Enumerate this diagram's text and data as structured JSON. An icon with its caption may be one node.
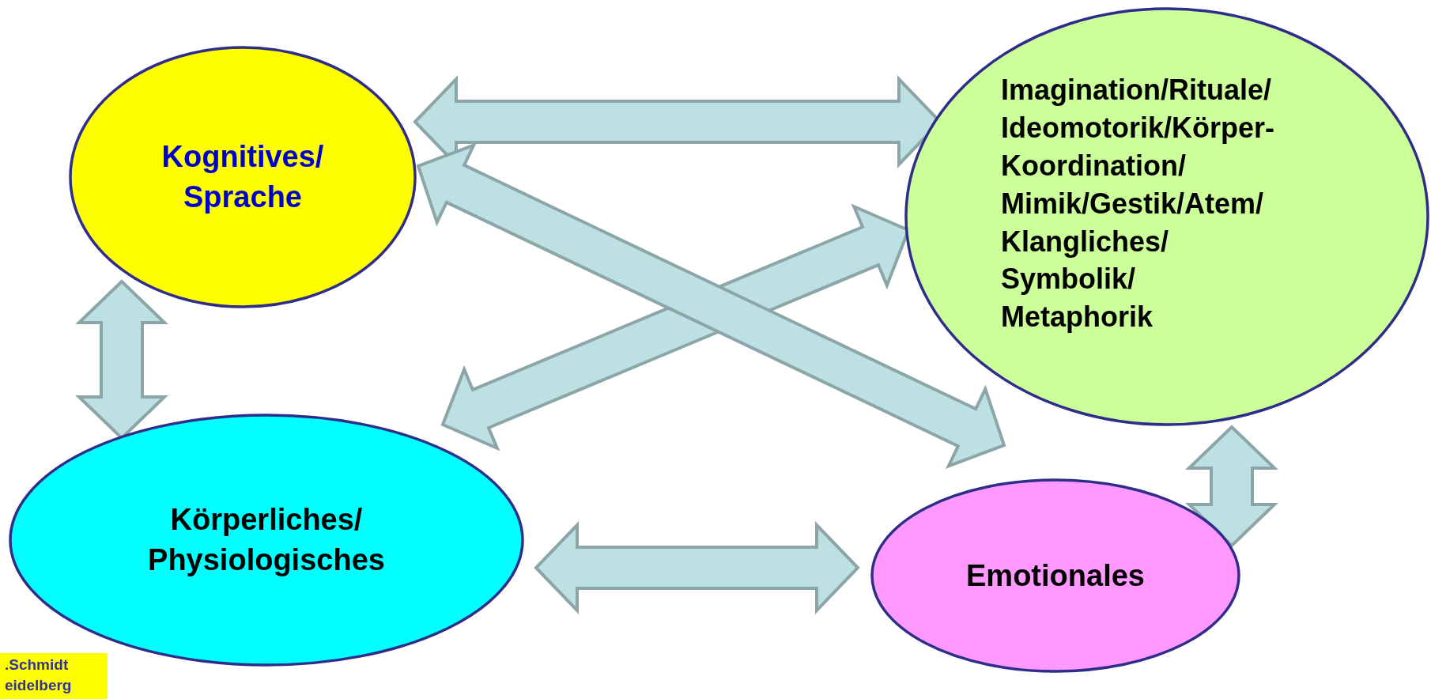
{
  "diagram": {
    "nodes": [
      {
        "text": [
          "Kognitives/ Sprache"
        ]
      },
      {
        "text": [
          "Imagination/Rituale/ Ideomotorik/Körper- Koordination/ Mimik/Gestik/Atem/ Klangliches/ Symbolik/ Metaphorik"
        ]
      },
      {
        "text": [
          "Körperliches/ Physiologisches"
        ]
      },
      {
        "text": [
          "Emotionales"
        ]
      }
    ],
    "edges": [
      {
        "from": 0,
        "to": 1,
        "arrow": "both"
      },
      {
        "from": 0,
        "to": 3,
        "arrow": "both"
      },
      {
        "from": 2,
        "to": 1,
        "arrow": "both"
      },
      {
        "from": 0,
        "to": 2,
        "arrow": "both"
      },
      {
        "from": 2,
        "to": 3,
        "arrow": "both"
      },
      {
        "from": 1,
        "to": 3,
        "arrow": "both"
      }
    ],
    "labels": [
      ".Schmidt",
      "eidelberg"
    ]
  }
}
